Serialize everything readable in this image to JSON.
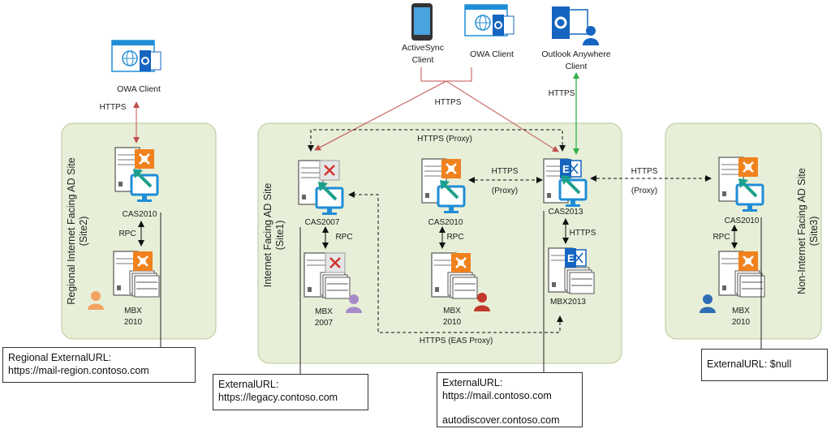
{
  "clients": {
    "owa_left": "OWA Client",
    "activesync_line1": "ActiveSync",
    "activesync_line2": "Client",
    "owa_top": "OWA Client",
    "outlook_line1": "Outlook Anywhere",
    "outlook_line2": "Client"
  },
  "protocols": {
    "https_left": "HTTPS",
    "https_center": "HTTPS",
    "https_right": "HTTPS",
    "https_proxy_top": "HTTPS (Proxy)",
    "https_mid": "HTTPS",
    "proxy_mid": "(Proxy)",
    "https_site3": "HTTPS",
    "proxy_site3": "(Proxy)",
    "https_eas": "HTTPS (EAS Proxy)",
    "https_2013": "HTTPS",
    "rpc_site2": "RPC",
    "rpc_2007": "RPC",
    "rpc_2010": "RPC",
    "rpc_site3": "RPC"
  },
  "sites": {
    "site2_line1": "Regional Internet Facing AD Site",
    "site2_line2": "(Site2)",
    "site1_line1": "Internet Facing AD Site",
    "site1_line2": "(Site1)",
    "site3_line1": "Non-Internet Facing AD Site",
    "site3_line2": "(Site3)"
  },
  "servers": {
    "cas_site2": "CAS2010",
    "mbx_site2_line1": "MBX",
    "mbx_site2_line2": "2010",
    "cas2007": "CAS2007",
    "mbx2007_line1": "MBX",
    "mbx2007_line2": "2007",
    "cas2010": "CAS2010",
    "mbx2010_line1": "MBX",
    "mbx2010_line2": "2010",
    "cas2013": "CAS2013",
    "mbx2013": "MBX2013",
    "cas_site3": "CAS2010",
    "mbx_site3_line1": "MBX",
    "mbx_site3_line2": "2010"
  },
  "callouts": {
    "regional_line1": "Regional ExternalURL:",
    "regional_line2": "https://mail-region.contoso.com",
    "legacy_line1": "ExternalURL:",
    "legacy_line2": "https://legacy.contoso.com",
    "mail_line1": "ExternalURL:",
    "mail_line2": "https://mail.contoso.com",
    "mail_line3": "autodiscover.contoso.com",
    "null_line1": "ExternalURL: $null"
  },
  "colors": {
    "site_fill": "#e8efd8",
    "site_stroke": "#b9c79a",
    "exchange_orange": "#f0821e",
    "exchange_blue": "#1565c0",
    "red_arrow": "#c0504d",
    "green_arrow": "#2eb04a",
    "user_orange": "#f4a261",
    "user_purple": "#a78bc9",
    "user_red": "#c0392b",
    "user_blue": "#2f6db5"
  },
  "icons": [
    "owa-client-icon",
    "mobile-device-icon",
    "outlook-anywhere-icon",
    "exchange-server-icon",
    "user-icon"
  ]
}
